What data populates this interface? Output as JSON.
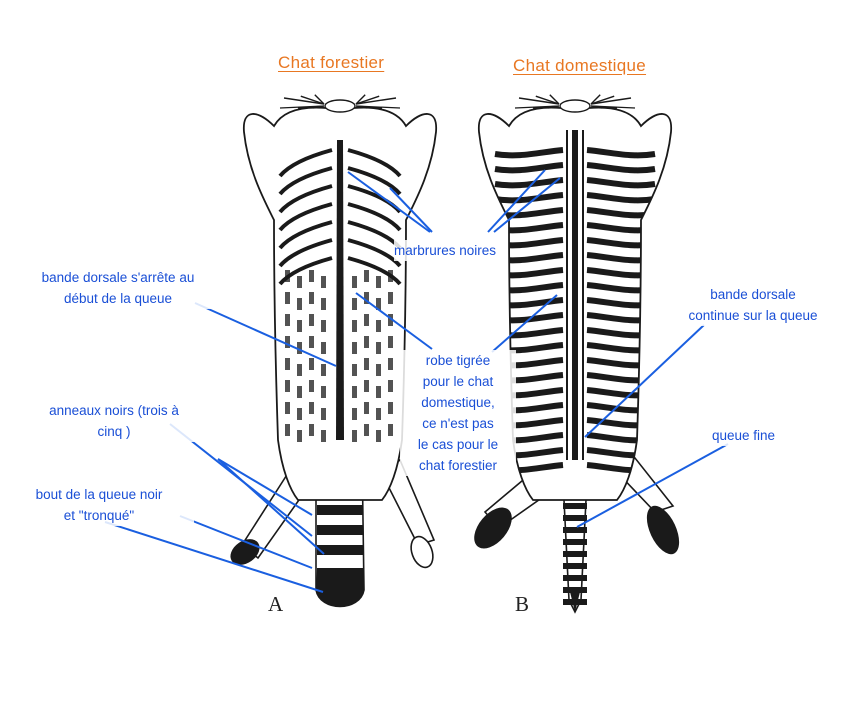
{
  "titles": {
    "left": "Chat forestier",
    "right": "Chat domestique"
  },
  "letters": {
    "left": "A",
    "right": "B"
  },
  "labels": {
    "marbrures": "marbrures noires",
    "bande_arrete": "bande dorsale s'arrête au\ndébut de la queue",
    "bande_continue": "bande dorsale\ncontinue sur la queue",
    "robe": "robe tigrée\npour le chat\ndomestique,\nce n'est pas\nle cas pour le\nchat forestier",
    "anneaux": "anneaux noirs (trois à\ncinq )",
    "queue_fine": "queue fine",
    "bout": "bout de la queue noir\net \"tronqué\""
  },
  "colors": {
    "title": "#e87722",
    "label": "#1a4fd6",
    "pointer": "#1a5fe0",
    "ink": "#1a1a1a"
  }
}
